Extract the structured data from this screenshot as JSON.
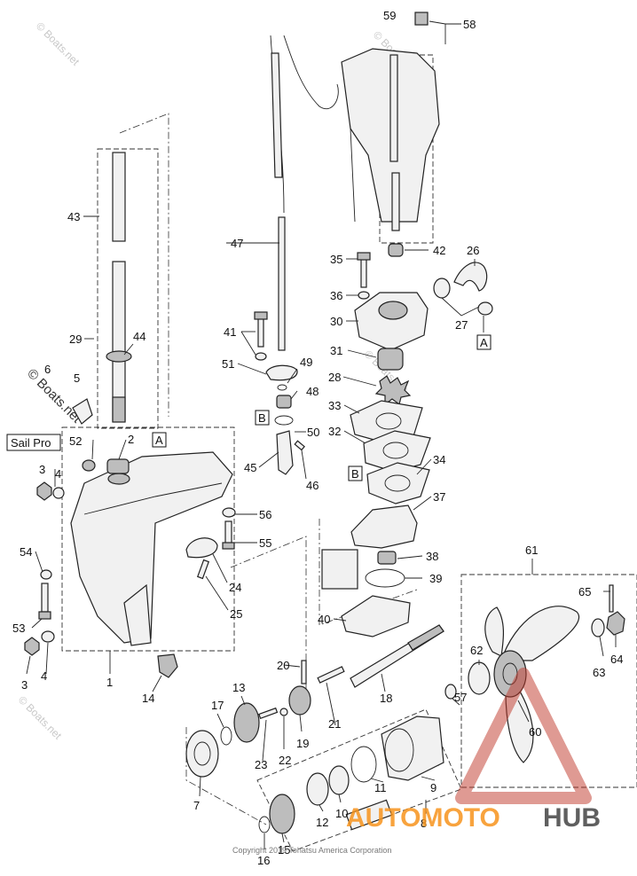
{
  "watermarks": {
    "boats_net": "© Boats.net",
    "copyright": "Copyright 2019 Tohatsu America Corporation"
  },
  "brand": {
    "auto": "AUTOMOTO",
    "hub": "HUB",
    "orange": "#f7941d",
    "red": "#c0392b",
    "gray": "#444444"
  },
  "sail_pro": "Sail Pro",
  "refs": {
    "a": "A",
    "b": "B"
  },
  "parts": [
    {
      "label": "59"
    },
    {
      "label": "58"
    },
    {
      "label": "43"
    },
    {
      "label": "47"
    },
    {
      "label": "42"
    },
    {
      "label": "26"
    },
    {
      "label": "35"
    },
    {
      "label": "36"
    },
    {
      "label": "30"
    },
    {
      "label": "27"
    },
    {
      "label": "41"
    },
    {
      "label": "29"
    },
    {
      "label": "44"
    },
    {
      "label": "31"
    },
    {
      "label": "51"
    },
    {
      "label": "49"
    },
    {
      "label": "6"
    },
    {
      "label": "5"
    },
    {
      "label": "48"
    },
    {
      "label": "28"
    },
    {
      "label": "33"
    },
    {
      "label": "50"
    },
    {
      "label": "32"
    },
    {
      "label": "52"
    },
    {
      "label": "2"
    },
    {
      "label": "3"
    },
    {
      "label": "4"
    },
    {
      "label": "45"
    },
    {
      "label": "46"
    },
    {
      "label": "34"
    },
    {
      "label": "37"
    },
    {
      "label": "56"
    },
    {
      "label": "55"
    },
    {
      "label": "54"
    },
    {
      "label": "38"
    },
    {
      "label": "61"
    },
    {
      "label": "24"
    },
    {
      "label": "39"
    },
    {
      "label": "65"
    },
    {
      "label": "25"
    },
    {
      "label": "40"
    },
    {
      "label": "53"
    },
    {
      "label": "64"
    },
    {
      "label": "63"
    },
    {
      "label": "3"
    },
    {
      "label": "4"
    },
    {
      "label": "1"
    },
    {
      "label": "20"
    },
    {
      "label": "62"
    },
    {
      "label": "14"
    },
    {
      "label": "18"
    },
    {
      "label": "13"
    },
    {
      "label": "57"
    },
    {
      "label": "60"
    },
    {
      "label": "17"
    },
    {
      "label": "21"
    },
    {
      "label": "22"
    },
    {
      "label": "23"
    },
    {
      "label": "19"
    },
    {
      "label": "11"
    },
    {
      "label": "9"
    },
    {
      "label": "7"
    },
    {
      "label": "12"
    },
    {
      "label": "10"
    },
    {
      "label": "8"
    },
    {
      "label": "16"
    },
    {
      "label": "15"
    }
  ]
}
